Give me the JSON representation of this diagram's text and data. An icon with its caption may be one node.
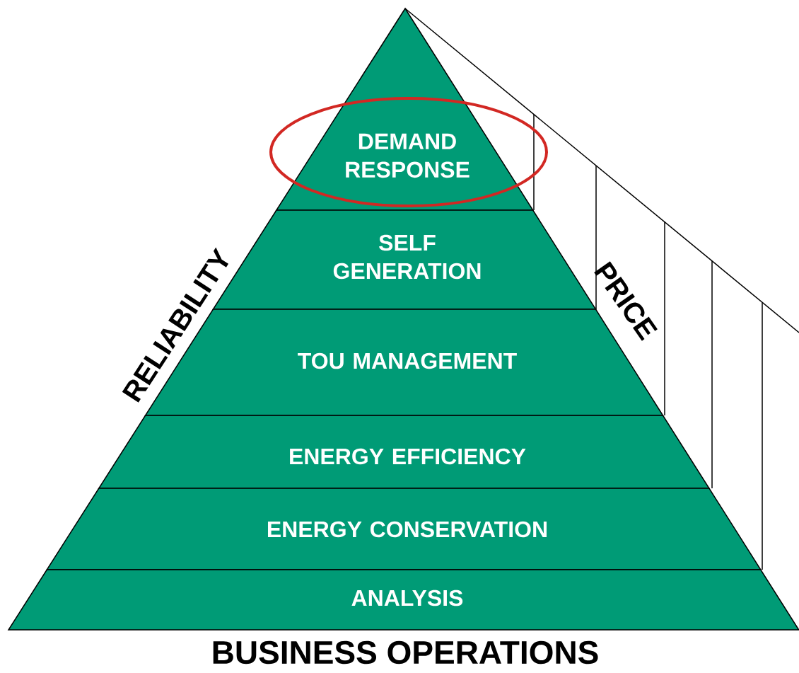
{
  "diagram": {
    "nodes": [
      {
        "text": [
          "DEMAND RESPONSE"
        ]
      },
      {
        "text": [
          "SELF GENERATION"
        ]
      },
      {
        "text": [
          "TOU MANAGEMENT"
        ]
      },
      {
        "text": [
          "ENERGY EFFICIENCY"
        ]
      },
      {
        "text": [
          "ENERGY CONSERVATION"
        ]
      },
      {
        "text": [
          "ANALYSIS"
        ]
      }
    ],
    "labels": [
      "RELIABILITY",
      "PRICE",
      "BUSINESS OPERATIONS"
    ]
  }
}
